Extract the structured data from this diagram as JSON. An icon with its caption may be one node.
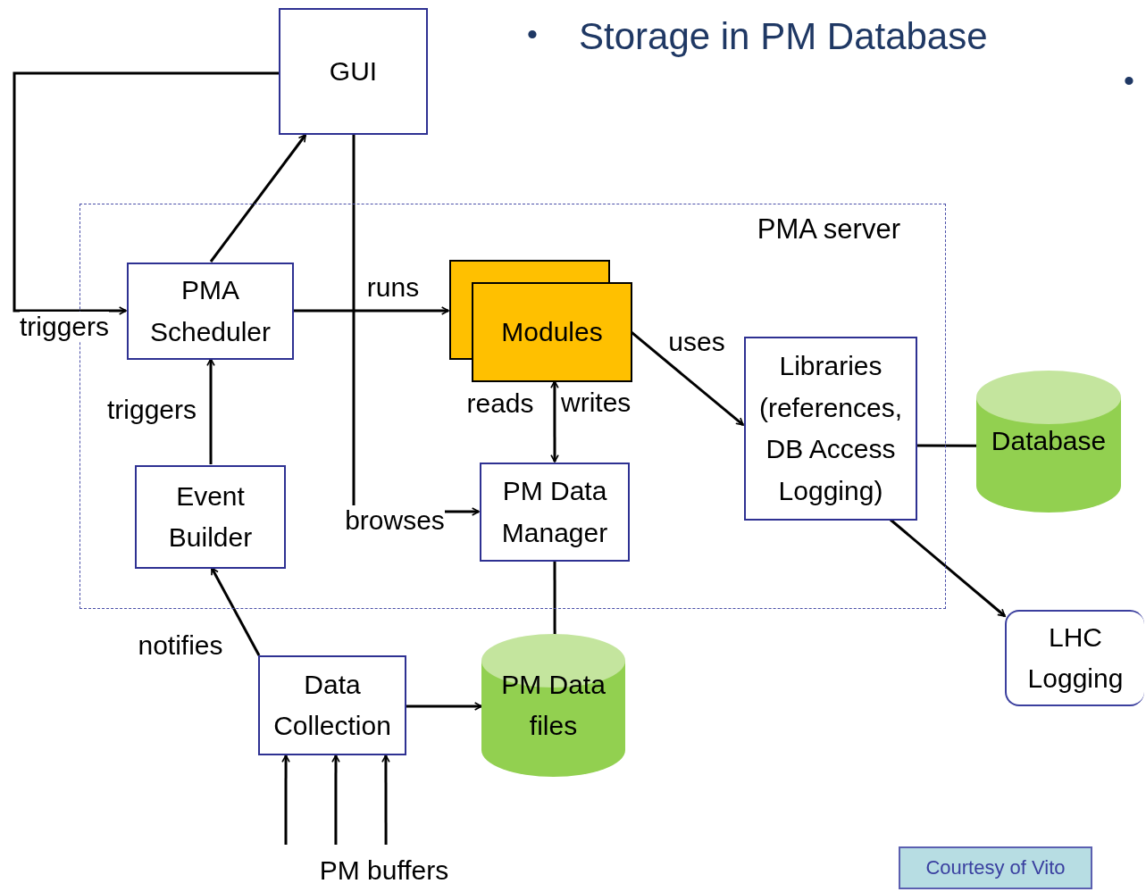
{
  "diagram": {
    "nodes": [
      {
        "text": [
          "GUI"
        ]
      },
      {
        "text": [
          "PMA server"
        ]
      },
      {
        "text": [
          "PMA Scheduler"
        ],
        "in": 1
      },
      {
        "text": [
          "Modules"
        ],
        "in": 1
      },
      {
        "text": [
          "Libraries (references, DB Access Logging)"
        ],
        "in": 1
      },
      {
        "text": [
          "Event Builder"
        ],
        "in": 1
      },
      {
        "text": [
          "PM Data Manager"
        ],
        "in": 1
      },
      {
        "text": [
          "Database"
        ]
      },
      {
        "text": [
          "LHC Logging"
        ]
      },
      {
        "text": [
          "Data Collection"
        ]
      },
      {
        "text": [
          "PM Data files"
        ]
      },
      {
        "text": [
          "PM buffers"
        ]
      },
      {
        "text": [
          "Courtesy of Vito"
        ]
      }
    ],
    "edges": [
      {
        "from": 0,
        "to": 2,
        "arrow": "to",
        "label": "triggers"
      },
      {
        "from": 2,
        "to": 0,
        "arrow": "to"
      },
      {
        "from": 2,
        "to": 3,
        "arrow": "to",
        "label": "runs"
      },
      {
        "from": 0,
        "to": 6,
        "arrow": "to",
        "label": "browses"
      },
      {
        "from": 5,
        "to": 2,
        "arrow": "to",
        "label": "triggers"
      },
      {
        "from": 3,
        "to": 6,
        "arrow": "both",
        "label": "reads"
      },
      {
        "from": 3,
        "to": 4,
        "arrow": "to",
        "label": "uses"
      },
      {
        "from": 4,
        "to": 7,
        "arrow": "none"
      },
      {
        "from": 4,
        "to": 8,
        "arrow": "to"
      },
      {
        "from": 9,
        "to": 5,
        "arrow": "to",
        "label": "notifies"
      },
      {
        "from": 9,
        "to": 10,
        "arrow": "to"
      },
      {
        "from": 6,
        "to": 10,
        "arrow": "none"
      },
      {
        "from": 11,
        "to": 9,
        "arrow": "to"
      },
      {
        "from": 11,
        "to": 9,
        "arrow": "to"
      },
      {
        "from": 11,
        "to": 9,
        "arrow": "to"
      }
    ],
    "labels": [
      "•",
      "Storage in PM Database",
      "•",
      "writes"
    ]
  }
}
